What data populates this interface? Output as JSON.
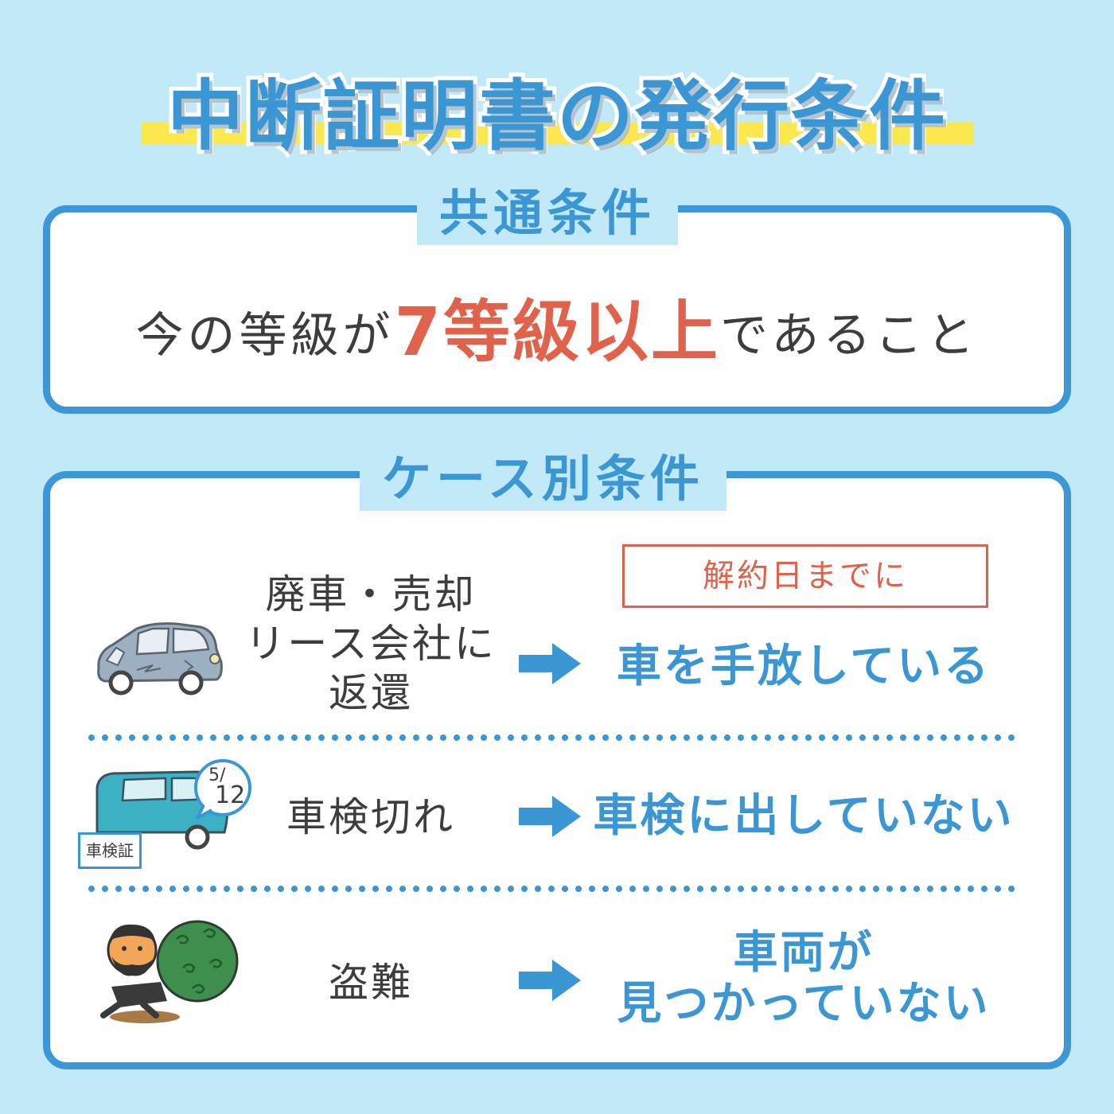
{
  "title": "中断証明書の発行条件",
  "common": {
    "label": "共通条件",
    "text_pre": "今の等級が",
    "text_emph": "7等級以上",
    "text_post": "であること"
  },
  "case": {
    "label": "ケース別条件",
    "rows": [
      {
        "label_lines": [
          "廃車・売却",
          "リース会社に",
          "返還"
        ],
        "deadline": "解約日までに",
        "result_lines": [
          "車を手放している"
        ]
      },
      {
        "label_lines": [
          "車検切れ"
        ],
        "badge_date_month": "5/",
        "badge_date_day": "12",
        "cert_label": "車検証",
        "result_lines": [
          "車検に出していない"
        ]
      },
      {
        "label_lines": [
          "盗難"
        ],
        "result_lines": [
          "車両が",
          "見つかっていない"
        ]
      }
    ]
  },
  "colors": {
    "background": "#c2e9f8",
    "accent_blue": "#3a97d4",
    "accent_red": "#e1624a",
    "highlight_yellow": "#fbe84f",
    "text": "#3d3d3d"
  }
}
